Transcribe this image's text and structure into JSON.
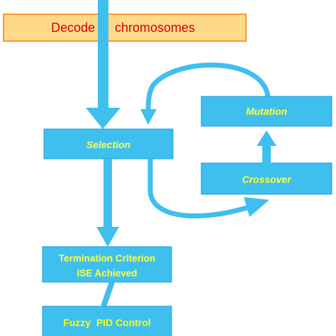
{
  "decode_box": {
    "text_left": "Decode",
    "text_right": "chromosomes",
    "fill": "#ffd98a",
    "stroke": "#ff7a00",
    "text_color": "#d80000"
  },
  "boxes": {
    "selection": "Selection",
    "mutation": "Mutation",
    "crossover": "Crossover",
    "termination_line1": "Termination Criterion",
    "termination_line2": "ISE Achieved",
    "fuzzy_pid": "Fuzzy  PID Control"
  },
  "colors": {
    "box_fill": "#3fbfee",
    "box_stroke": "#1c9dd6",
    "arrow": "#3fbfee",
    "label_yellow": "#ffff3c",
    "label_bright_yellow": "#ffff00"
  }
}
